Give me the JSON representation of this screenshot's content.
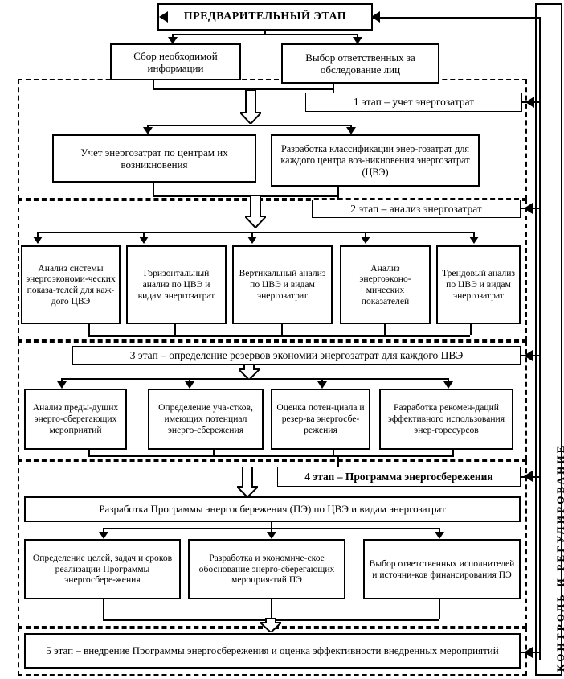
{
  "diagram": {
    "title_box": "ПРЕДВАРИТЕЛЬНЫЙ ЭТАП",
    "side_bar_label": "КОНТРОЛЬ  И  РЕГУЛИРОВАНИЕ",
    "prelim": {
      "box_left": "Сбор необходимой информации",
      "box_right": "Выбор ответственных за обследование лиц"
    },
    "stage1": {
      "label": "1 этап – учет энергозатрат",
      "box_left": "Учет энергозатрат по центрам их возникновения",
      "box_right": "Разработка классификации энер-гозатрат для каждого центра воз-никновения энергозатрат (ЦВЭ)"
    },
    "stage2": {
      "label": "2 этап – анализ энергозатрат",
      "boxes": [
        "Анализ системы энергоэкономи-ческих показа-телей для каж-дого ЦВЭ",
        "Горизонтальный анализ по ЦВЭ и видам энергозатрат",
        "Вертикальный анализ по ЦВЭ и видам энергозатрат",
        "Анализ энергоэконо-мических показателей",
        "Трендовый анализ по ЦВЭ и видам энергозатрат"
      ]
    },
    "stage3": {
      "label": "3 этап – определение резервов экономии энергозатрат для каждого ЦВЭ",
      "boxes": [
        "Анализ преды-дущих энерго-сберегающих мероприятий",
        "Определение уча-стков, имеющих потенциал энерго-сбережения",
        "Оценка потен-циала и резер-ва энергосбе-режения",
        "Разработка рекомен-даций эффективного использования энер-горесурсов"
      ]
    },
    "stage4": {
      "label": "4 этап – Программа энергосбережения",
      "wide_box": "Разработка Программы энергосбережения (ПЭ) по ЦВЭ и видам энергозатрат",
      "boxes": [
        "Определение целей, задач и сроков реализации Программы энергосбере-жения",
        "Разработка и экономиче-ское обоснование энерго-сберегающих мероприя-тий ПЭ",
        "Выбор ответственных исполнителей и источни-ков финансирования ПЭ"
      ]
    },
    "stage5": {
      "label": "5 этап – внедрение Программы энергосбережения и оценка эффективности внедренных мероприятий"
    }
  },
  "colors": {
    "ink": "#000000",
    "paper": "#ffffff"
  }
}
